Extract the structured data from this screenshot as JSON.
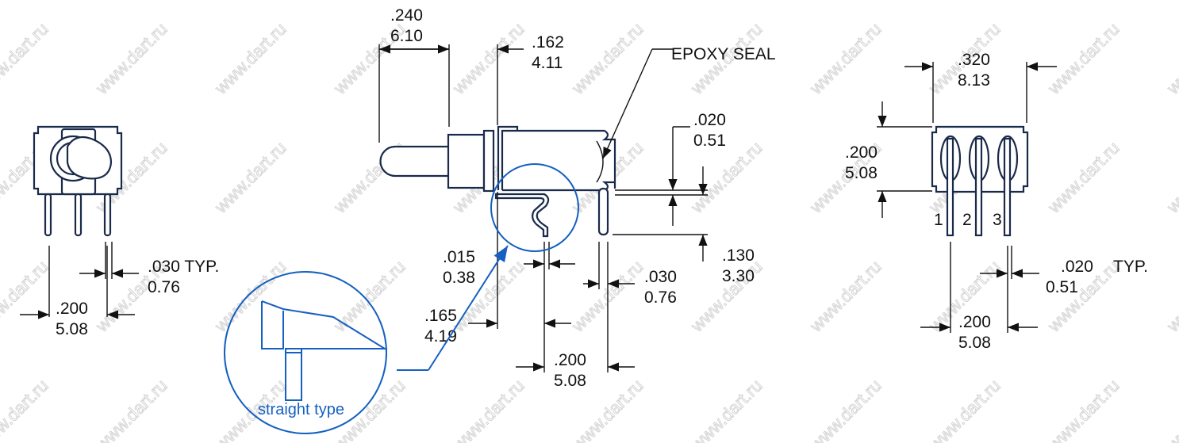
{
  "watermark": "www.dart.ru",
  "left_view": {
    "pin_width": {
      "inch": ".030 TYP.",
      "mm": "0.76"
    },
    "pin_pitch": {
      "inch": ".200",
      "mm": "5.08"
    }
  },
  "side_view": {
    "lever_length": {
      "inch": ".240",
      "mm": "6.10"
    },
    "bushing_length": {
      "inch": ".162",
      "mm": "4.11"
    },
    "epoxy_label": "EPOXY SEAL",
    "standoff": {
      "inch": ".020",
      "mm": "0.51"
    },
    "pin_length": {
      "inch": ".130",
      "mm": "3.30"
    },
    "kink_width": {
      "inch": ".015",
      "mm": "0.38"
    },
    "pin_width": {
      "inch": ".030",
      "mm": "0.76"
    },
    "offset": {
      "inch": ".165",
      "mm": "4.19"
    },
    "pitch": {
      "inch": ".200",
      "mm": "5.08"
    },
    "detail_label": "straight type"
  },
  "end_view": {
    "width": {
      "inch": ".320",
      "mm": "8.13"
    },
    "height": {
      "inch": ".200",
      "mm": "5.08"
    },
    "pin_numbers": [
      "1",
      "2",
      "3"
    ],
    "pin_width": {
      "inch": ".020",
      "typ": "TYP.",
      "mm": "0.51"
    },
    "pin_pitch": {
      "inch": ".200",
      "mm": "5.08"
    }
  },
  "colors": {
    "line": "#111111",
    "detail": "#1560c0"
  }
}
